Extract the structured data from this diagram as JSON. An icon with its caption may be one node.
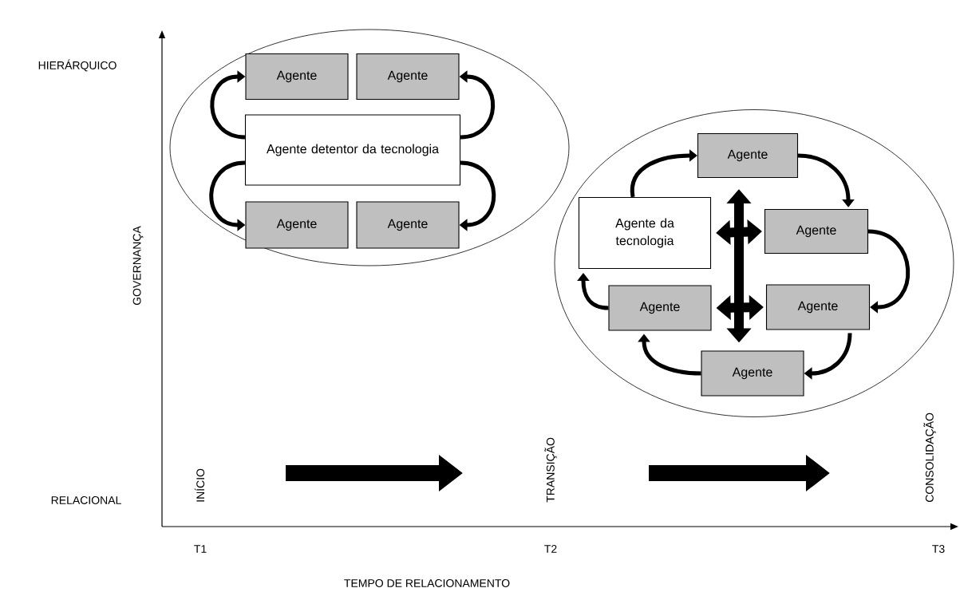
{
  "diagram": {
    "nodes": [
      {
        "text": [],
        "shape": "circle"
      },
      {
        "text": [
          "Agente"
        ],
        "in": 0
      },
      {
        "text": [
          "Agente"
        ],
        "in": 0
      },
      {
        "text": [
          "Agente detentor da tecnologia"
        ],
        "in": 0
      },
      {
        "text": [
          "Agente"
        ],
        "in": 0
      },
      {
        "text": [
          "Agente"
        ],
        "in": 0
      },
      {
        "text": [],
        "shape": "circle"
      },
      {
        "text": [
          "Agente"
        ],
        "in": 6
      },
      {
        "text": [
          "Agente da tecnologia"
        ],
        "in": 6
      },
      {
        "text": [
          "Agente"
        ],
        "in": 6
      },
      {
        "text": [
          "Agente"
        ],
        "in": 6
      },
      {
        "text": [
          "Agente"
        ],
        "in": 6
      },
      {
        "text": [
          "Agente"
        ],
        "in": 6
      }
    ],
    "edges": [
      {
        "from": 3,
        "to": 1,
        "arrow": "to"
      },
      {
        "from": 3,
        "to": 2,
        "arrow": "to"
      },
      {
        "from": 3,
        "to": 4,
        "arrow": "to"
      },
      {
        "from": 3,
        "to": 5,
        "arrow": "to"
      },
      {
        "from": 8,
        "to": 7,
        "arrow": "to"
      },
      {
        "from": 7,
        "to": 9,
        "arrow": "to"
      },
      {
        "from": 9,
        "to": 11,
        "arrow": "to"
      },
      {
        "from": 11,
        "to": 12,
        "arrow": "to"
      },
      {
        "from": 12,
        "to": 10,
        "arrow": "to"
      },
      {
        "from": 10,
        "to": 8,
        "arrow": "to"
      },
      {
        "from": 7,
        "to": 12,
        "arrow": "both",
        "style": "thick"
      },
      {
        "from": 8,
        "to": 9,
        "arrow": "both",
        "style": "thick"
      },
      {
        "from": 10,
        "to": 11,
        "arrow": "both",
        "style": "thick"
      }
    ],
    "labels": [
      "HIERÁRQUICO",
      "GOVERNANÇA",
      "INÍCIO",
      "TRANSIÇÃO",
      "CONSOLIDAÇÃO",
      "RELACIONAL",
      "T1",
      "T2",
      "T3",
      "TEMPO DE RELACIONAMENTO"
    ]
  }
}
